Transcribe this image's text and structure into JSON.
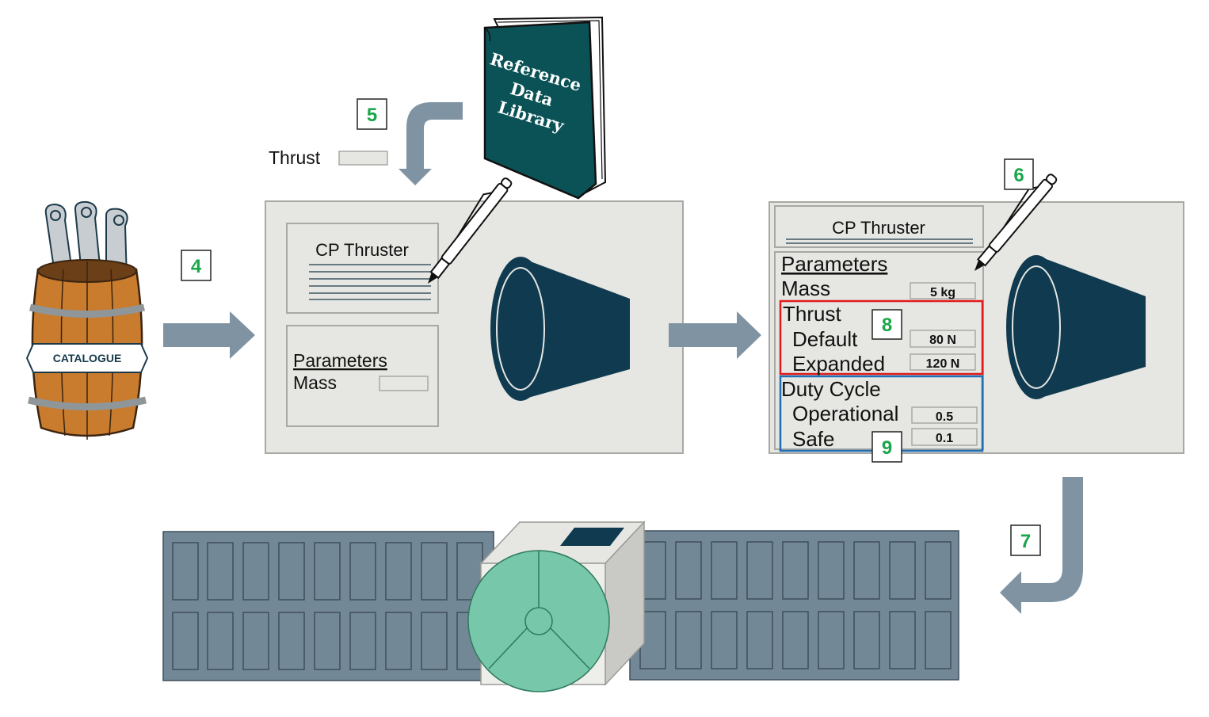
{
  "steps": [
    "4",
    "5",
    "6",
    "7",
    "8",
    "9"
  ],
  "book": {
    "line1": "Reference",
    "line2": "Data",
    "line3": "Library"
  },
  "barrel": {
    "label": "CATALOGUE"
  },
  "floating_param": {
    "label": "Thrust"
  },
  "card_left": {
    "title": "CP Thruster",
    "section": "Parameters",
    "param_mass": "Mass"
  },
  "card_right": {
    "title": "CP Thruster",
    "section": "Parameters",
    "mass_label": "Mass",
    "mass_value": "5 kg",
    "thrust_label": "Thrust",
    "default_label": "Default",
    "default_value": "80 N",
    "expanded_label": "Expanded",
    "expanded_value": "120 N",
    "duty_label": "Duty Cycle",
    "operational_label": "Operational",
    "operational_value": "0.5",
    "safe_label": "Safe",
    "safe_value": "0.1"
  },
  "colors": {
    "arrow": "#7f93a3",
    "panel": "#e6e6e2",
    "thruster": "#0f3a4f",
    "book": "#0b5257",
    "highlight_thrust": "#e01b1b",
    "highlight_duty": "#1f6fb5",
    "step_number": "#1aa64a",
    "satellite_panel": "#738897",
    "satellite_dish": "#77c7aa"
  }
}
